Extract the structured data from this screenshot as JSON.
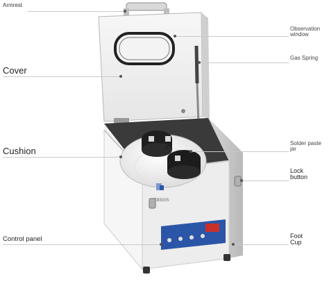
{
  "labels": {
    "armrest": "Armrest",
    "cover": "Cover",
    "cushion": "Cushion",
    "control_panel": "Control panel",
    "observation_window_1": "Observation",
    "observation_window_2": "window",
    "gas_spring": "Gas Spring",
    "solder_paste_jar_1": "Solder paste",
    "solder_paste_jar_2": "jar",
    "lock_button_1": "Lock",
    "lock_button_2": "button",
    "foot_cup_1": "Foot",
    "foot_cup_2": "Cup"
  },
  "machine": {
    "model": "ZB500S"
  },
  "colors": {
    "body": "#eeeeee",
    "panel": "#2b56a8",
    "display": "#c8302a",
    "line": "#c9c9c9"
  }
}
